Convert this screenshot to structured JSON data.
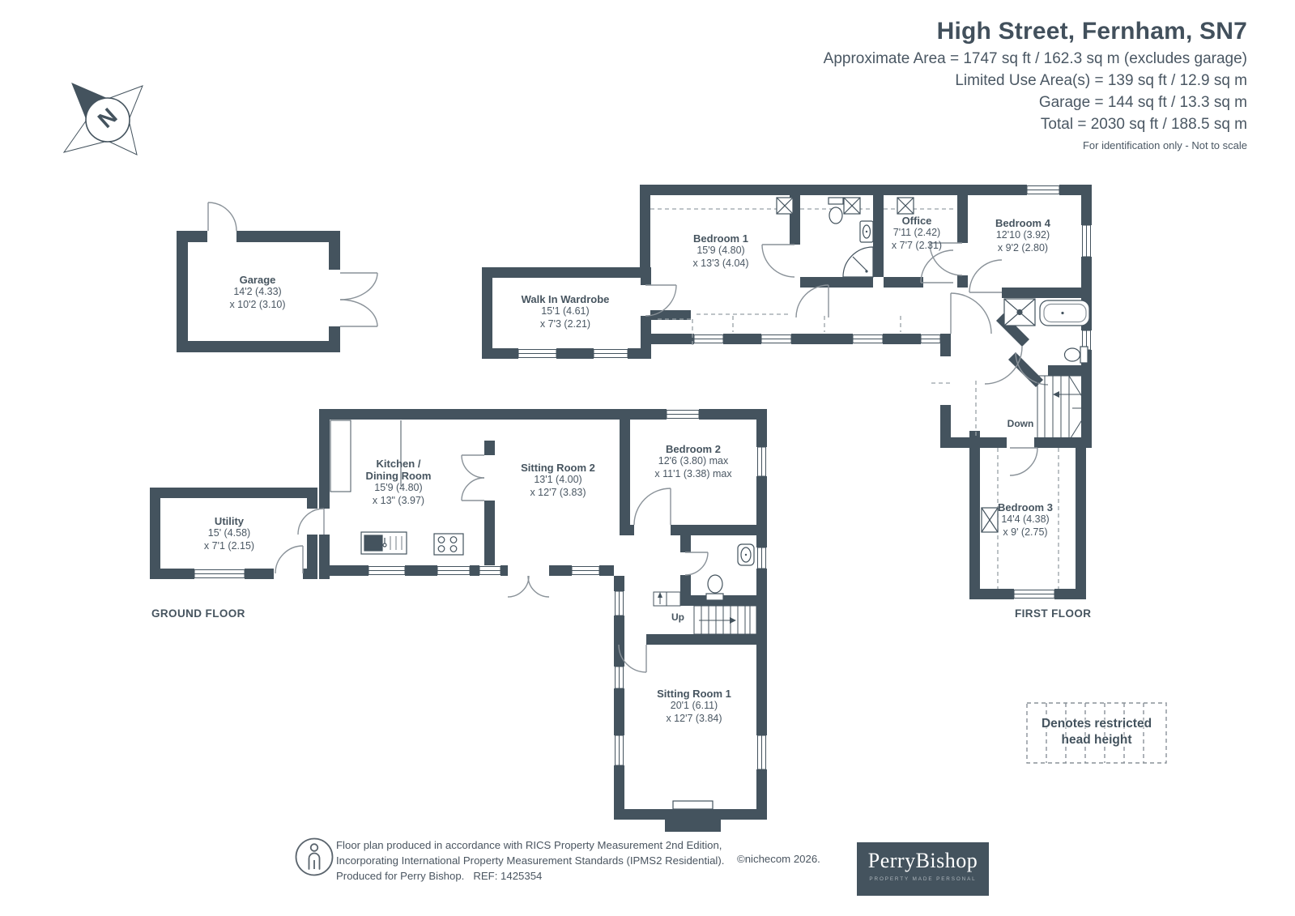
{
  "header": {
    "title": "High Street, Fernham, SN7",
    "area_lines": [
      "Approximate Area = 1747 sq ft / 162.3 sq m (excludes garage)",
      "Limited Use Area(s) = 139 sq ft / 12.9 sq m",
      "Garage = 144 sq ft / 13.3 sq m",
      "Total = 2030 sq ft / 188.5 sq m"
    ],
    "note": "For identification only - Not to scale"
  },
  "compass": {
    "north_label": "N"
  },
  "floor_labels": {
    "ground": "GROUND FLOOR",
    "first": "FIRST FLOOR"
  },
  "rooms": {
    "garage": {
      "name": "Garage",
      "dim1": "14'2 (4.33)",
      "dim2": "x 10'2 (3.10)"
    },
    "walk_in_wardrobe": {
      "name": "Walk In Wardrobe",
      "dim1": "15'1 (4.61)",
      "dim2": "x 7'3 (2.21)"
    },
    "bedroom_1": {
      "name": "Bedroom 1",
      "dim1": "15'9 (4.80)",
      "dim2": "x 13'3 (4.04)"
    },
    "office": {
      "name": "Office",
      "dim1": "7'11 (2.42)",
      "dim2": "x 7'7 (2.31)"
    },
    "bedroom_4": {
      "name": "Bedroom 4",
      "dim1": "12'10 (3.92)",
      "dim2": "x 9'2 (2.80)"
    },
    "bedroom_3": {
      "name": "Bedroom 3",
      "dim1": "14'4 (4.38)",
      "dim2": "x 9' (2.75)"
    },
    "utility": {
      "name": "Utility",
      "dim1": "15' (4.58)",
      "dim2": "x 7'1 (2.15)"
    },
    "kitchen_dining": {
      "name": "Kitchen /",
      "name2": "Dining Room",
      "dim1": "15'9 (4.80)",
      "dim2": "x 13\" (3.97)"
    },
    "sitting_room_2": {
      "name": "Sitting Room 2",
      "dim1": "13'1 (4.00)",
      "dim2": "x 12'7 (3.83)"
    },
    "bedroom_2": {
      "name": "Bedroom 2",
      "dim1": "12'6 (3.80) max",
      "dim2": "x 11'1 (3.38) max"
    },
    "sitting_room_1": {
      "name": "Sitting Room 1",
      "dim1": "20'1 (6.11)",
      "dim2": "x 12'7 (3.84)"
    }
  },
  "stairs": {
    "up": "Up",
    "down": "Down"
  },
  "legend": {
    "line1": "Denotes restricted",
    "line2": "head height"
  },
  "footer": {
    "line1": "Floor plan produced in accordance with RICS Property Measurement 2nd Edition,",
    "line2": "Incorporating International Property Measurement Standards (IPMS2 Residential).",
    "line3": "Produced for Perry Bishop.   REF: 1425354",
    "copyright": "©nichecom 2026.",
    "logo_name": "PerryBishop",
    "logo_tagline": "PROPERTY MADE PERSONAL"
  },
  "colors": {
    "wall": "#44535E",
    "door_line": "#8A9299",
    "text": "#46545F"
  }
}
